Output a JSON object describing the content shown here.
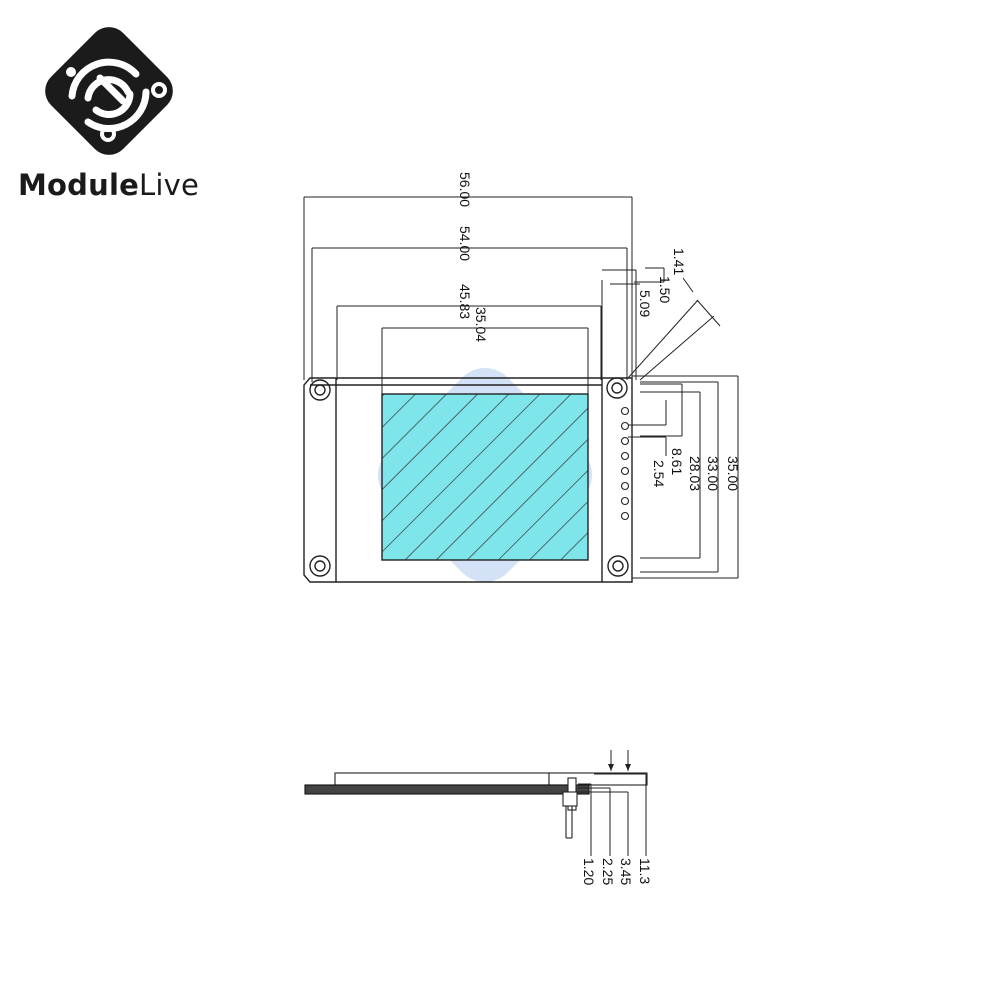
{
  "brand": {
    "name_bold": "Module",
    "name_light": "Live",
    "logo_icon": "circuit-logo-icon",
    "logo_color": "#1b1b1b",
    "watermark_color": "#3f7fdc"
  },
  "screen": {
    "fill_color": "#7ee6ea",
    "hatch_color": "#333333"
  },
  "top_view": {
    "widths": [
      "56.00",
      "54.00",
      "45.83",
      "35.04"
    ],
    "top_right": [
      "1.41",
      "1.50",
      "5.09"
    ],
    "heights": [
      "2.54",
      "8.61",
      "28.03",
      "33.00",
      "35.00"
    ]
  },
  "side_view": {
    "dims": [
      "1.20",
      "2.25",
      "3.45",
      "11.3"
    ]
  }
}
